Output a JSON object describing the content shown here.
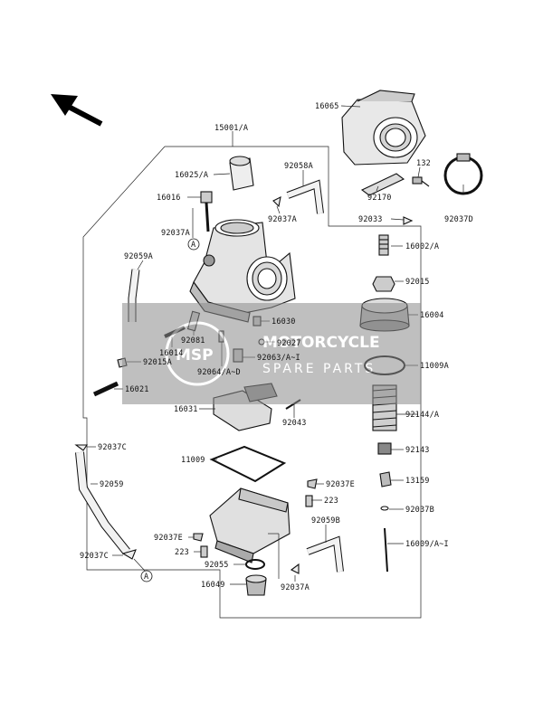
{
  "labels": {
    "l16065": "16065",
    "l15001": "15001/A",
    "l16025": "16025/A",
    "l92058": "92058A",
    "l16016": "16016",
    "l92037a_1": "92037A",
    "l92037a_2": "92037A",
    "l92059a": "92059A",
    "l92170": "92170",
    "l132": "132",
    "l92033": "92033",
    "l92037d": "92037D",
    "l16002": "16002/A",
    "l92015": "92015",
    "l16004": "16004",
    "l16030": "16030",
    "l92081": "92081",
    "l16014": "16014",
    "l92027": "92027",
    "l92015a": "92015A",
    "l92064": "92064/A~D",
    "l92063": "92063/A~I",
    "l11009a": "11009A",
    "l16021": "16021",
    "l16031": "16031",
    "l92043": "92043",
    "l92144": "92144/A",
    "l92037c_1": "92037C",
    "l92143": "92143",
    "l11009": "11009",
    "l92037e_1": "92037E",
    "l13159": "13159",
    "l92059": "92059",
    "l223_1": "223",
    "l92037b": "92037B",
    "l92059b": "92059B",
    "l92037e_2": "92037E",
    "l16009": "16009/A~I",
    "l92037c_2": "92037C",
    "l223_2": "223",
    "l92055": "92055",
    "l16049": "16049",
    "l92037a_3": "92037A",
    "callout_a": "A"
  },
  "watermark": {
    "logo": "MSP",
    "line1": "MOTORCYCLE",
    "line2": "SPARE PARTS"
  },
  "icons": {
    "direction": "front-arrow-icon"
  }
}
